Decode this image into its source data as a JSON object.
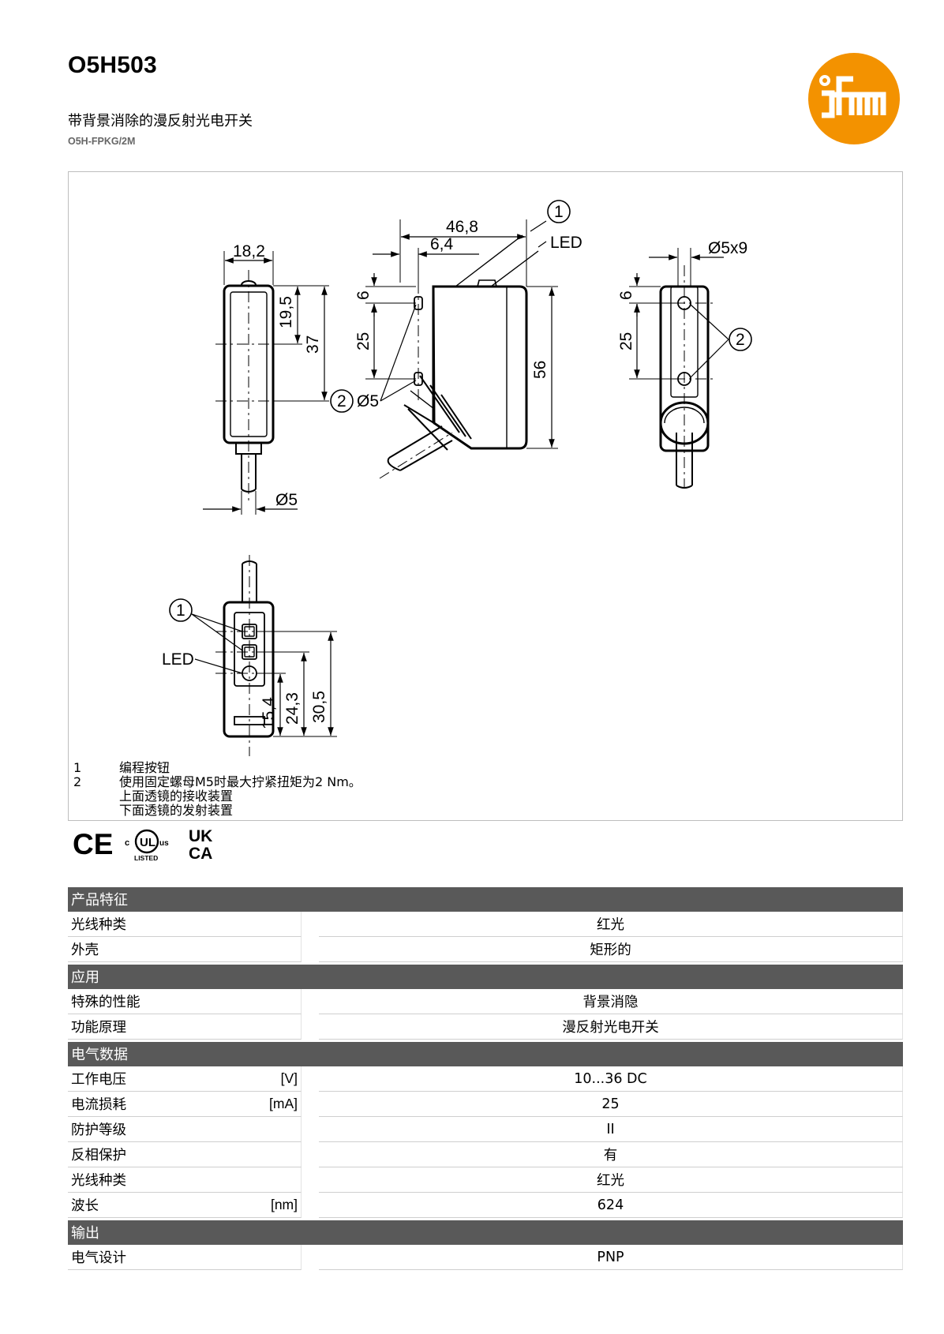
{
  "header": {
    "title": "O5H503",
    "subtitle": "带背景消除的漫反射光电开关",
    "code": "O5H-FPKG/2M",
    "brand_color": "#F39200"
  },
  "drawing": {
    "dims": {
      "w18_2": "18,2",
      "h19_5": "19,5",
      "h37": "37",
      "d5_side": "Ø5",
      "w46_8": "46,8",
      "w6_4": "6,4",
      "v6_mid": "6",
      "v25_mid": "25",
      "h56": "56",
      "d5_mid": "Ø5",
      "slot": "Ø5x9",
      "v6_right": "6",
      "v25_right": "25",
      "h15_4": "15,4",
      "h24_3": "24,3",
      "h30_5": "30,5"
    },
    "callouts": {
      "c1_top": "1",
      "c2_mid": "2",
      "c2_right": "2",
      "c1_bottom": "1",
      "led_top": "LED",
      "led_bottom": "LED"
    },
    "notes": [
      {
        "num": "1",
        "lines": [
          "编程按钮"
        ]
      },
      {
        "num": "2",
        "lines": [
          "使用固定螺母M5时最大拧紧扭矩为2 Nm。",
          "上面透镜的接收装置",
          "下面透镜的发射装置"
        ]
      }
    ]
  },
  "certifications": {
    "ce": "CE",
    "ul_c": "c",
    "ul_mark": "UL",
    "ul_us": "us",
    "ul_listed": "LISTED",
    "ukca_top": "UK",
    "ukca_bottom": "CA"
  },
  "specs": [
    {
      "section": "产品特征",
      "rows": [
        {
          "label": "光线种类",
          "unit": "",
          "value": "红光"
        },
        {
          "label": "外壳",
          "unit": "",
          "value": "矩形的"
        }
      ]
    },
    {
      "section": "应用",
      "rows": [
        {
          "label": "特殊的性能",
          "unit": "",
          "value": "背景消隐"
        },
        {
          "label": "功能原理",
          "unit": "",
          "value": "漫反射光电开关"
        }
      ]
    },
    {
      "section": "电气数据",
      "rows": [
        {
          "label": "工作电压",
          "unit": "[V]",
          "value": "10...36 DC"
        },
        {
          "label": "电流损耗",
          "unit": "[mA]",
          "value": "25"
        },
        {
          "label": "防护等级",
          "unit": "",
          "value": "II"
        },
        {
          "label": "反相保护",
          "unit": "",
          "value": "有"
        },
        {
          "label": "光线种类",
          "unit": "",
          "value": "红光"
        },
        {
          "label": "波长",
          "unit": "[nm]",
          "value": "624"
        }
      ]
    },
    {
      "section": "输出",
      "rows": [
        {
          "label": "电气设计",
          "unit": "",
          "value": "PNP"
        }
      ]
    }
  ]
}
